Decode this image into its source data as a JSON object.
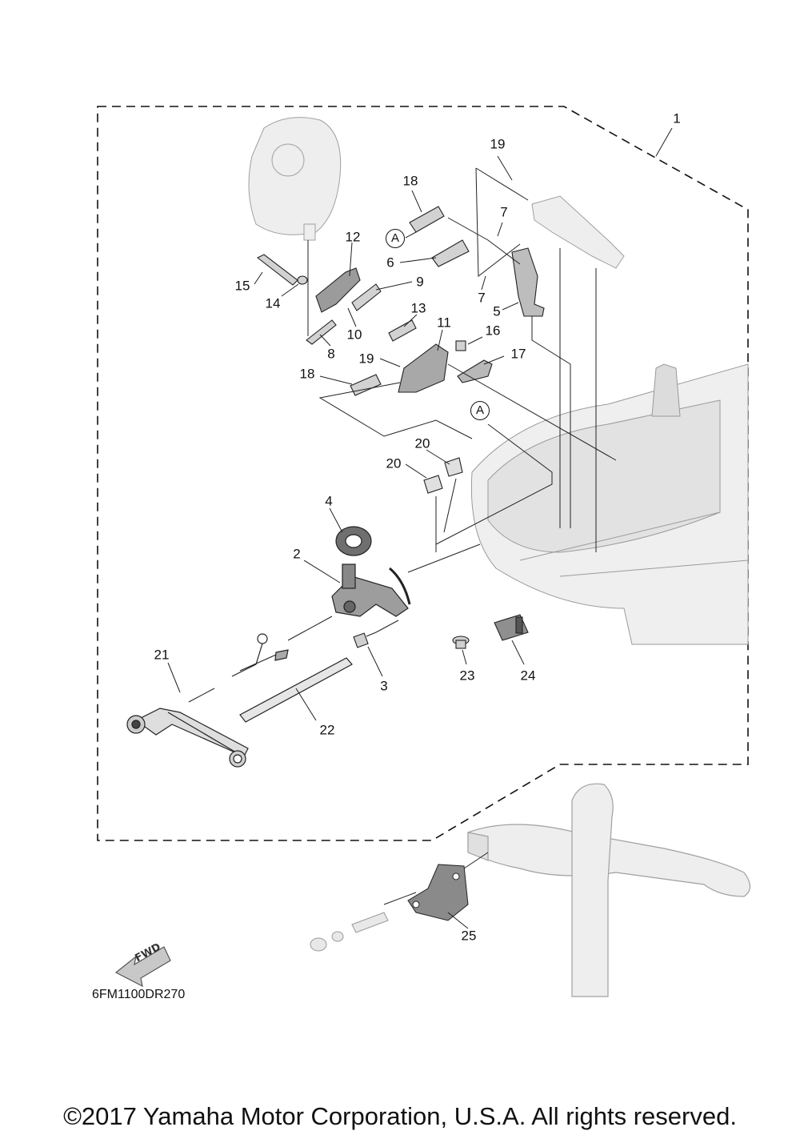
{
  "diagram": {
    "drawing_code": "6FM1100DR270",
    "copyright": "©2017 Yamaha Motor Corporation, U.S.A. All rights reserved.",
    "fwd_arrow_label": "FWD",
    "reference_marker": "A",
    "callouts": {
      "c1": "1",
      "c2": "2",
      "c3": "3",
      "c4": "4",
      "c5": "5",
      "c6": "6",
      "c7a": "7",
      "c7b": "7",
      "c8": "8",
      "c9": "9",
      "c10": "10",
      "c11": "11",
      "c12": "12",
      "c13": "13",
      "c14": "14",
      "c15": "15",
      "c16": "16",
      "c17": "17",
      "c18a": "18",
      "c18b": "18",
      "c19a": "19",
      "c19b": "19",
      "c20a": "20",
      "c20b": "20",
      "c21": "21",
      "c22": "22",
      "c23": "23",
      "c24": "24",
      "c25": "25"
    },
    "colors": {
      "line": "#1a1a1a",
      "part_fill": "#d8d8d8",
      "ghost_fill": "#efefef",
      "dark_part": "#8a8a8a"
    }
  }
}
